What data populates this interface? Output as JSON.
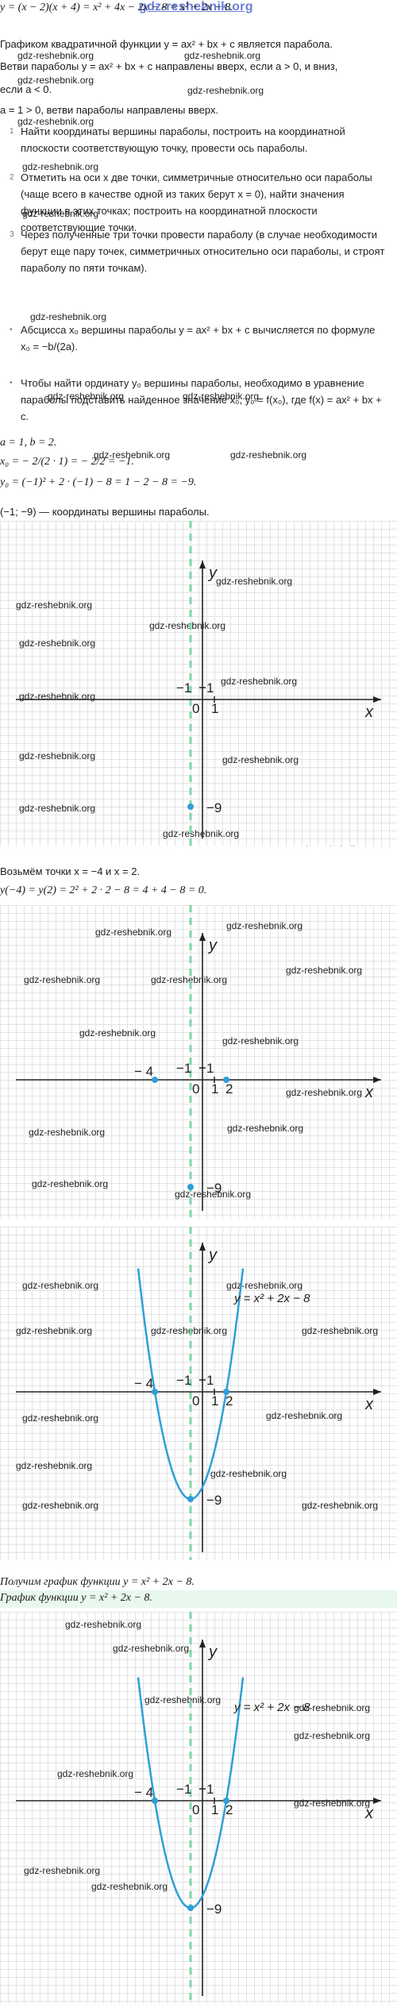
{
  "watermark_top": "gdz-reshebnik.org",
  "watermark": "gdz-reshebnik.org",
  "lines": {
    "eq1": "y = (x − 2)(x + 4) = x² + 4x − 2x − 8 = x² + 2x − 8.",
    "intro1": "Графиком квадратичной функции y = ax² + bx + c является парабола.",
    "intro2": "Ветви параболы y = ax² + bx + c направлены вверх, если a > 0, и вниз,",
    "intro3": "если a < 0.",
    "branches": "a = 1 > 0, ветви параболы направлены вверх."
  },
  "steps": [
    {
      "num": "1",
      "text": "Найти координаты вершины параболы, построить на координатной плоскости соответствующую точку, провести ось параболы."
    },
    {
      "num": "2",
      "text": "Отметить на оси x две точки, симметричные относительно оси параболы (чаще всего в качестве одной из таких берут x = 0), найти значения функции в этих точках; построить на координатной плоскости соответствующие точки."
    },
    {
      "num": "3",
      "text": "Через полученные три точки провести параболу (в случае необходимости берут еще пару точек, симметричных относительно оси параболы, и строят параболу по пяти точкам)."
    },
    {
      "num": "•",
      "text": "Абсцисса x₀ вершины параболы y = ax² + bx + c вычисляется по формуле x₀ = −b/(2a)."
    },
    {
      "num": "•",
      "text": "Чтобы найти ординату y₀ вершины параболы, необходимо в уравнение параболы подставить найденное значение x₀, y₀ = f(x₀), где f(x) = ax² + bx + c."
    }
  ],
  "solution": {
    "ab": "a = 1, b = 2.",
    "x0": "x₀ = − 2/(2 · 1) = − 2/2 = −1.",
    "y0": "y₀ = (−1)² + 2 · (−1) − 8 = 1 − 2 − 8 = −9.",
    "vertex": "(−1; −9) — координаты вершины параболы.",
    "take_points": "Возьмём точки x = −4 и x = 2.",
    "values": "y(−4) = y(2) = 2² + 2 · 2 − 8 = 4 + 4 − 8 = 0.",
    "got_graph": "Получим график функции y = x² + 2x − 8.",
    "graph_caption": "График функции y = x² + 2x − 8."
  },
  "graph_labels": {
    "x_axis": "x",
    "y_axis": "y",
    "origin": "0",
    "one": "1",
    "minus_one": "−1",
    "minus_four": "− 4",
    "two": "2",
    "minus_nine": "−9",
    "curve_label": "y = x² + 2x − 8"
  },
  "colors": {
    "curve": "#2e9fd6",
    "axis_of_symmetry": "#7ed6a5",
    "point": "#2e9fd6",
    "caption_band": "#e8f8ef"
  },
  "chart_data": [
    {
      "type": "scatter",
      "title": "",
      "xlabel": "x",
      "ylabel": "y",
      "points": [
        {
          "x": -1,
          "y": -9
        }
      ],
      "axis_of_symmetry": -1
    },
    {
      "type": "scatter",
      "title": "",
      "xlabel": "x",
      "ylabel": "y",
      "points": [
        {
          "x": -1,
          "y": -9
        },
        {
          "x": -4,
          "y": 0
        },
        {
          "x": 2,
          "y": 0
        }
      ],
      "axis_of_symmetry": -1
    },
    {
      "type": "line",
      "title": "",
      "xlabel": "x",
      "ylabel": "y",
      "function": "y = x² + 2x − 8",
      "points": [
        {
          "x": -1,
          "y": -9
        },
        {
          "x": -4,
          "y": 0
        },
        {
          "x": 2,
          "y": 0
        }
      ],
      "axis_of_symmetry": -1
    },
    {
      "type": "line",
      "title": "",
      "xlabel": "x",
      "ylabel": "y",
      "function": "y = x² + 2x − 8",
      "points": [
        {
          "x": -1,
          "y": -9
        },
        {
          "x": -4,
          "y": 0
        },
        {
          "x": 2,
          "y": 0
        }
      ],
      "axis_of_symmetry": -1
    }
  ]
}
